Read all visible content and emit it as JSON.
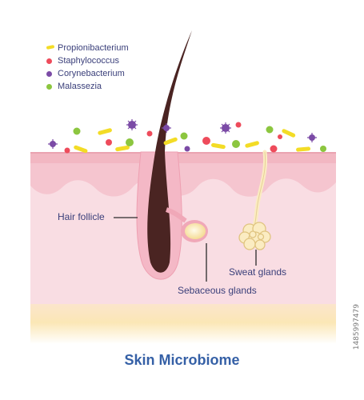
{
  "legend": {
    "items": [
      {
        "label": "Propionibacterium",
        "shape": "rod",
        "color": "#f3dc26"
      },
      {
        "label": "Staphylococcus",
        "shape": "dot",
        "color": "#ee4b5b"
      },
      {
        "label": "Corynebacterium",
        "shape": "dot",
        "color": "#7b4ba6"
      },
      {
        "label": "Malassezia",
        "shape": "dot",
        "color": "#8cc63f"
      }
    ]
  },
  "labels": {
    "hair_follicle": "Hair follicle",
    "sebaceous_glands": "Sebaceous glands",
    "sweat_glands": "Sweat glands"
  },
  "title": "Skin Microbiome",
  "credit": "1485997479",
  "colors": {
    "epidermis_top": "#f2b7c2",
    "epidermis_band": "#f7d3da",
    "dermis": "#f9dde3",
    "subcutis": "#fbe7c4",
    "hair": "#4a2422",
    "gland": "#fbe9b7",
    "title": "#3560a6"
  }
}
